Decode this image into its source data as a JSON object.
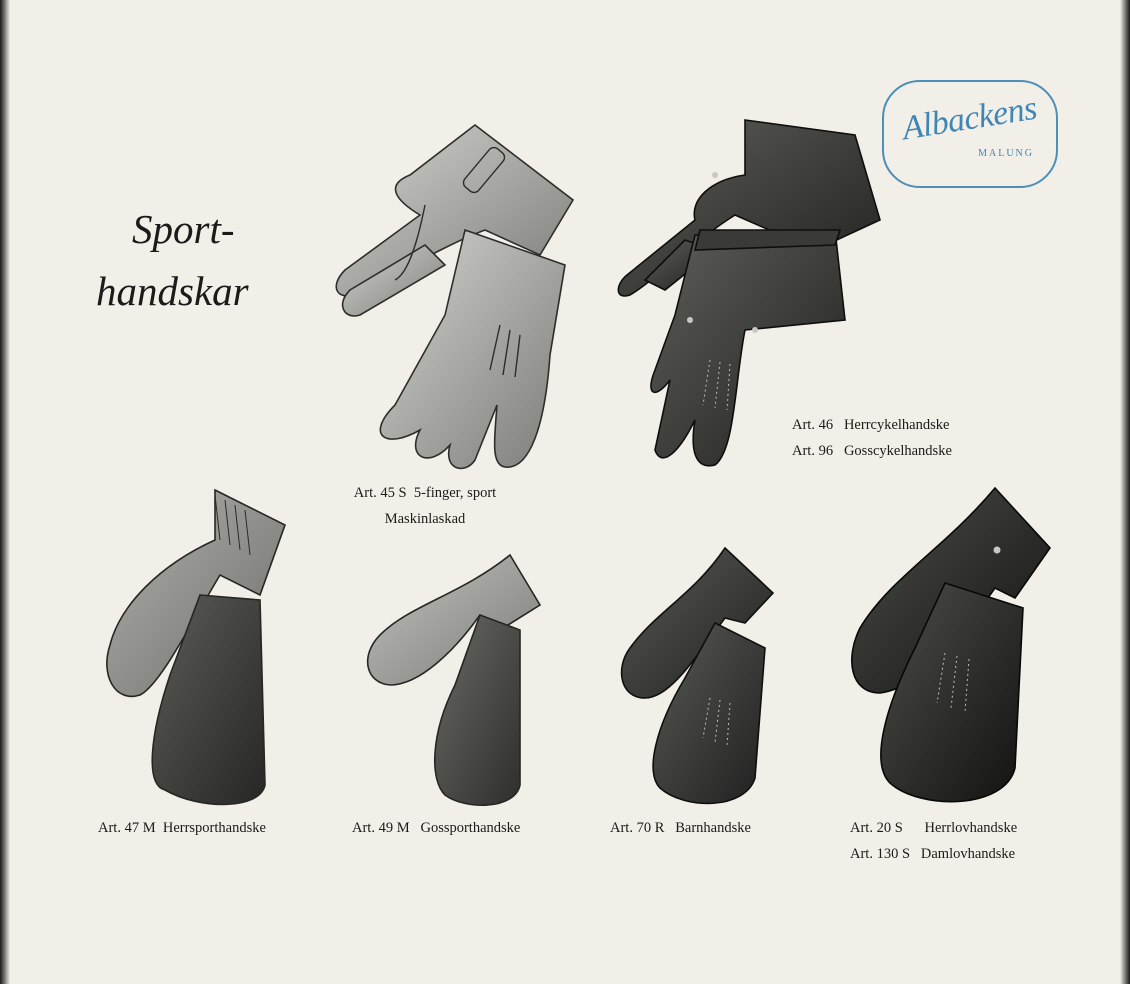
{
  "heading": {
    "line1": "Sport-",
    "line2": "handskar"
  },
  "logo": {
    "brand": "Albackens",
    "town": "MALUNG"
  },
  "products": [
    {
      "id": "art45",
      "lines": [
        "Art. 45 S  5-finger, sport",
        "Maskinlaskad"
      ]
    },
    {
      "id": "art46",
      "lines": [
        "Art. 46   Herrcykelhandske",
        "Art. 96   Gosscykelhandske"
      ]
    },
    {
      "id": "art47",
      "lines": [
        "Art. 47 M  Herrsporthandske"
      ]
    },
    {
      "id": "art49",
      "lines": [
        "Art. 49 M   Gossporthandske"
      ]
    },
    {
      "id": "art70",
      "lines": [
        "Art. 70 R   Barnhandske"
      ]
    },
    {
      "id": "art20",
      "lines": [
        "Art. 20 S      Herrlovhandske",
        "Art. 130 S   Damlovhandske"
      ]
    }
  ],
  "icons": {
    "glove": "glove-icon",
    "mitten": "mitten-icon"
  },
  "colors": {
    "paper": "#f1efe7",
    "logo": "#3f86b4",
    "ink": "#1b1b1b"
  }
}
